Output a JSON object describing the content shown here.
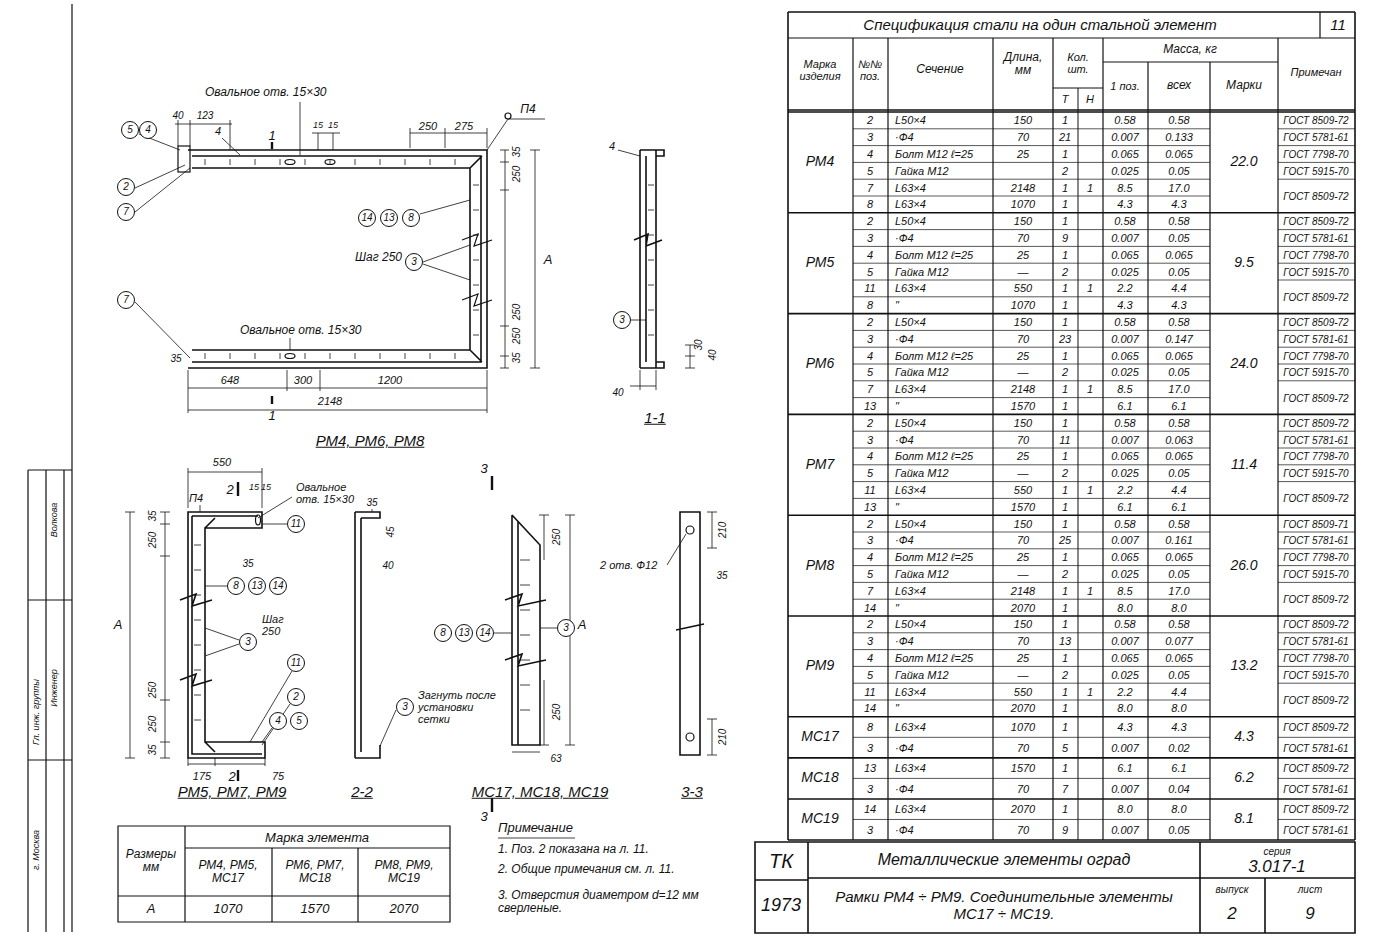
{
  "diagram": {
    "nodes": [
      {
        "text": [
          "5"
        ]
      },
      {
        "text": [
          "4"
        ]
      },
      {
        "text": [
          "2"
        ]
      },
      {
        "text": [
          "7"
        ]
      },
      {
        "text": [
          "14"
        ]
      },
      {
        "text": [
          "13"
        ]
      },
      {
        "text": [
          "8"
        ]
      },
      {
        "text": [
          "3"
        ]
      },
      {
        "text": [
          "7"
        ]
      },
      {
        "text": [
          "3"
        ]
      },
      {
        "text": [
          "11"
        ]
      },
      {
        "text": [
          "8"
        ]
      },
      {
        "text": [
          "13"
        ]
      },
      {
        "text": [
          "14"
        ]
      },
      {
        "text": [
          "3"
        ]
      },
      {
        "text": [
          "11"
        ]
      },
      {
        "text": [
          "2"
        ]
      },
      {
        "text": [
          "4"
        ]
      },
      {
        "text": [
          "5"
        ]
      },
      {
        "text": [
          "3"
        ]
      },
      {
        "text": [
          "8"
        ]
      },
      {
        "text": [
          "13"
        ]
      },
      {
        "text": [
          "14"
        ]
      },
      {
        "text": [
          "3"
        ]
      }
    ],
    "labels": [
      "40",
      "123",
      "Овальное отв. 15×30",
      "4",
      "1",
      "15",
      "15",
      "250",
      "275",
      "П4",
      "35",
      "250",
      "А",
      "Шаг 250",
      "250",
      "250",
      "35",
      "Овальное отв. 15×30",
      "35",
      "648",
      "300",
      "1200",
      "2148",
      "1",
      "РМ4, РМ6, РМ8",
      "4",
      "30",
      "40",
      "40",
      "1-1",
      "550",
      "2",
      "П4",
      "15",
      "15",
      "Овальное отв. 15×30",
      "35",
      "250",
      "35",
      "А",
      "Шаг 250",
      "250",
      "250",
      "35",
      "175",
      "2",
      "75",
      "РМ5, РМ7, РМ9",
      "35",
      "45",
      "40",
      "Загнуть после установки сетки",
      "2-2",
      "3",
      "250",
      "А",
      "250",
      "63",
      "3",
      "МС17, МС18, МС19",
      "210",
      "2 отв. Ф12",
      "35",
      "210",
      "3-3",
      "Спецификация стали на один стальной элемент",
      "11",
      "Марка изделия",
      "№№ поз.",
      "Сечение",
      "Длина, мм",
      "Кол. шт.",
      "Т",
      "Н",
      "Масса, кг",
      "1 поз.",
      "всех",
      "Марки",
      "Примечан",
      "РМ4",
      "2",
      "L50×4",
      "150",
      "1",
      "0.58",
      "0.58",
      "ГОСТ 8509-72",
      "3",
      "·Ф4",
      "70",
      "21",
      "0.007",
      "0.133",
      "ГОСТ 5781-61",
      "4",
      "Болт М12 ℓ=25",
      "25",
      "1",
      "0.065",
      "0.065",
      "ГОСТ 7798-70",
      "5",
      "Гайка М12",
      "2",
      "0.025",
      "0.05",
      "ГОСТ 5915-70",
      "7",
      "L63×4",
      "2148",
      "1",
      "1",
      "8.5",
      "17.0",
      "ГОСТ 8509-72",
      "8",
      "L63×4",
      "1070",
      "1",
      "4.3",
      "4.3",
      "22.0",
      "РМ5",
      "2",
      "L50×4",
      "150",
      "1",
      "0.58",
      "0.58",
      "ГОСТ 8509-72",
      "3",
      "·Ф4",
      "70",
      "9",
      "0.007",
      "0.05",
      "ГОСТ 5781-61",
      "4",
      "Болт М12 ℓ=25",
      "25",
      "1",
      "0.065",
      "0.065",
      "ГОСТ 7798-70",
      "5",
      "Гайка М12",
      "—",
      "2",
      "0.025",
      "0.05",
      "ГОСТ 5915-70",
      "11",
      "L63×4",
      "550",
      "1",
      "1",
      "2.2",
      "4.4",
      "ГОСТ 8509-72",
      "8",
      "\"",
      "1070",
      "1",
      "4.3",
      "4.3",
      "9.5",
      "РМ6",
      "2",
      "L50×4",
      "150",
      "1",
      "0.58",
      "0.58",
      "ГОСТ 8509-72",
      "3",
      "·Ф4",
      "70",
      "23",
      "0.007",
      "0.147",
      "ГОСТ 5781-61",
      "4",
      "Болт М12 ℓ=25",
      "25",
      "1",
      "0.065",
      "0.065",
      "ГОСТ 7798-70",
      "5",
      "Гайка М12",
      "—",
      "2",
      "0.025",
      "0.05",
      "ГОСТ 5915-70",
      "7",
      "L63×4",
      "2148",
      "1",
      "1",
      "8.5",
      "17.0",
      "ГОСТ 8509-72",
      "13",
      "\"",
      "1570",
      "1",
      "6.1",
      "6.1",
      "24.0",
      "РМ7",
      "2",
      "L50×4",
      "150",
      "1",
      "0.58",
      "0.58",
      "ГОСТ 8509-72",
      "3",
      "·Ф4",
      "70",
      "11",
      "0.007",
      "0.063",
      "ГОСТ 5781-61",
      "4",
      "Болт М12 ℓ=25",
      "25",
      "1",
      "0.065",
      "0.065",
      "ГОСТ 7798-70",
      "5",
      "Гайка М12",
      "—",
      "2",
      "0.025",
      "0.05",
      "ГОСТ 5915-70",
      "11",
      "L63×4",
      "550",
      "1",
      "1",
      "2.2",
      "4.4",
      "ГОСТ 8509-72",
      "13",
      "\"",
      "1570",
      "1",
      "6.1",
      "6.1",
      "11.4",
      "РМ8",
      "2",
      "L50×4",
      "150",
      "1",
      "0.58",
      "0.58",
      "ГОСТ 8509-71",
      "3",
      "·Ф4",
      "70",
      "25",
      "0.007",
      "0.161",
      "ГОСТ 5781-61",
      "4",
      "Болт М12 ℓ=25",
      "25",
      "1",
      "0.065",
      "0.065",
      "ГОСТ 7798-70",
      "5",
      "Гайка М12",
      "—",
      "2",
      "0.025",
      "0.05",
      "ГОСТ 5915-70",
      "7",
      "L63×4",
      "2148",
      "1",
      "1",
      "8.5",
      "17.0",
      "ГОСТ 8509-72",
      "14",
      "\"",
      "2070",
      "1",
      "8.0",
      "8.0",
      "26.0",
      "РМ9",
      "2",
      "L50×4",
      "150",
      "1",
      "0.58",
      "0.58",
      "ГОСТ 8509-72",
      "3",
      "·Ф4",
      "70",
      "13",
      "0.007",
      "0.077",
      "ГОСТ 5781-61",
      "4",
      "Болт М12 ℓ=25",
      "25",
      "1",
      "0.065",
      "0.065",
      "ГОСТ 7798-70",
      "5",
      "Гайка М12",
      "—",
      "2",
      "0.025",
      "0.05",
      "ГОСТ 5915-70",
      "11",
      "L63×4",
      "550",
      "1",
      "1",
      "2.2",
      "4.4",
      "ГОСТ 8509-72",
      "14",
      "\"",
      "2070",
      "1",
      "8.0",
      "8.0",
      "13.2",
      "МС17",
      "8",
      "L63×4",
      "1070",
      "1",
      "4.3",
      "4.3",
      "ГОСТ 8509-72",
      "3",
      "·Ф4",
      "70",
      "5",
      "0.007",
      "0.02",
      "ГОСТ 5781-61",
      "4.3",
      "МС18",
      "13",
      "L63×4",
      "1570",
      "1",
      "6.1",
      "6.1",
      "ГОСТ 8509-72",
      "3",
      "·Ф4",
      "70",
      "7",
      "0.007",
      "0.04",
      "ГОСТ 5781-61",
      "6.2",
      "МС19",
      "14",
      "L63×4",
      "2070",
      "1",
      "8.0",
      "8.0",
      "ГОСТ 8509-72",
      "3",
      "·Ф4",
      "70",
      "9",
      "0.007",
      "0.05",
      "ГОСТ 5781-61",
      "8.1",
      "Размеры мм",
      "Марка элемента",
      "РМ4, РМ5, МС17",
      "РМ6, РМ7, МС18",
      "РМ8, РМ9, МС19",
      "А",
      "1070",
      "1570",
      "2070",
      "Примечание",
      "1. Поз. 2 показана на л. 11.",
      "2. Общие примечания см. л. 11.",
      "3. Отверстия диаметром d=12 мм сверленые.",
      "ТК",
      "1973",
      "Металлические элементы оград",
      "Рамки РМ4 ÷ РМ9. Соединительные элементы МС17 ÷ МС19.",
      "серия",
      "3.017-1",
      "выпуск",
      "2",
      "лист",
      "9",
      "Гл. инж. группы",
      "Инженер",
      "Волкова",
      "г. Москва"
    ]
  }
}
